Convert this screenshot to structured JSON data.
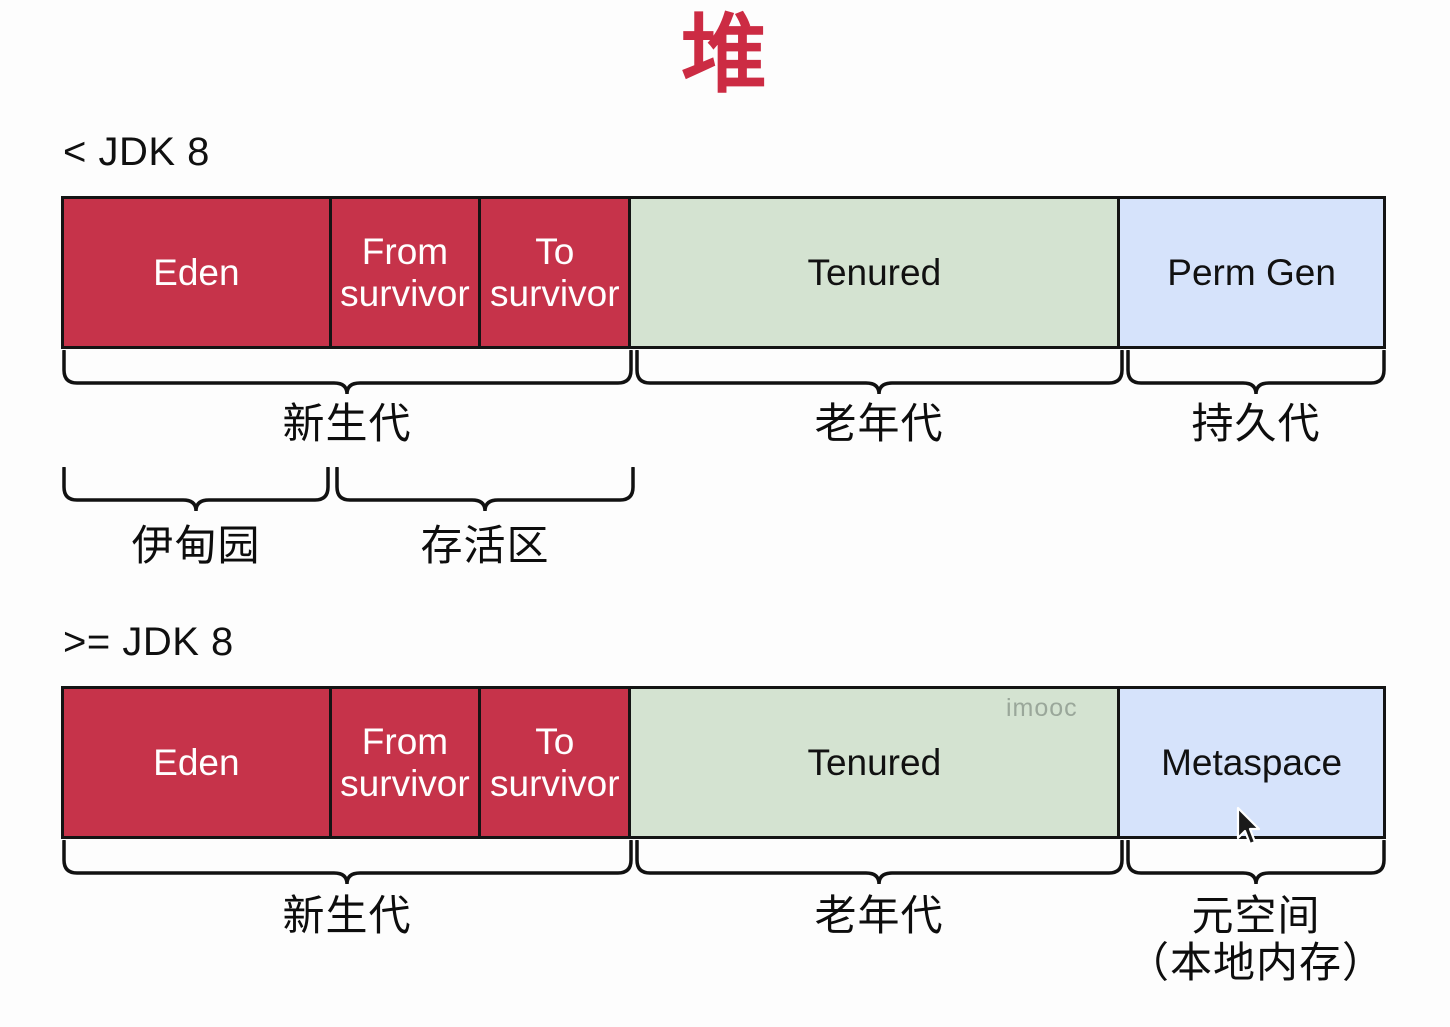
{
  "title": "堆",
  "accent_color": "#cc2b43",
  "colors": {
    "young_gen": "#c6334a",
    "old_gen": "#d4e3d1",
    "perm_meta": "#d6e3fb",
    "border": "#141414",
    "watermark": "#9aa79a"
  },
  "watermark": "imooc",
  "sections": [
    {
      "heading": "< JDK 8",
      "segments": [
        {
          "label": "Eden",
          "color_key": "young_gen"
        },
        {
          "label": "From\nsurvivor",
          "color_key": "young_gen"
        },
        {
          "label": "To\nsurvivor",
          "color_key": "young_gen"
        },
        {
          "label": "Tenured",
          "color_key": "old_gen"
        },
        {
          "label": "Perm Gen",
          "color_key": "perm_meta"
        }
      ],
      "brace_row_1": [
        {
          "caption": "新生代"
        },
        {
          "caption": "老年代"
        },
        {
          "caption": "持久代"
        }
      ],
      "brace_row_2": [
        {
          "caption": "伊甸园"
        },
        {
          "caption": "存活区"
        }
      ]
    },
    {
      "heading": ">= JDK 8",
      "segments": [
        {
          "label": "Eden",
          "color_key": "young_gen"
        },
        {
          "label": "From\nsurvivor",
          "color_key": "young_gen"
        },
        {
          "label": "To\nsurvivor",
          "color_key": "young_gen"
        },
        {
          "label": "Tenured",
          "color_key": "old_gen"
        },
        {
          "label": "Metaspace",
          "color_key": "perm_meta"
        }
      ],
      "brace_row_1": [
        {
          "caption": "新生代"
        },
        {
          "caption": "老年代"
        },
        {
          "caption": "元空间\n（本地内存）"
        }
      ]
    }
  ]
}
